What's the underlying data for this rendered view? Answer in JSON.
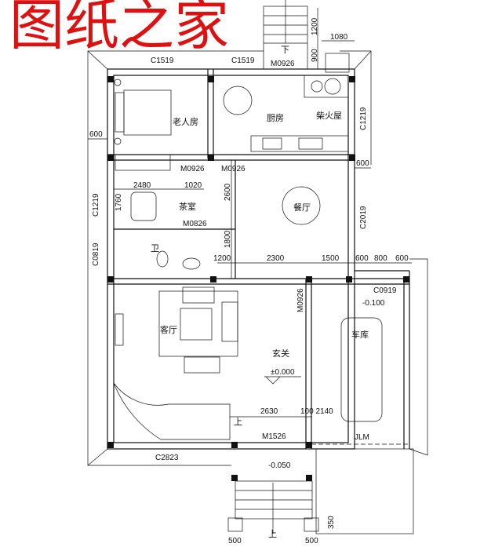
{
  "rooms": {
    "elder_room": "老人房",
    "kitchen": "厨房",
    "firewood_room": "柴火屋",
    "tea_room": "茶室",
    "dining": "餐厅",
    "bathroom": "卫",
    "living": "客厅",
    "foyer": "玄关",
    "garage": "车库"
  },
  "elevations": {
    "foyer": "±0.000",
    "garage": "-0.100",
    "porch": "-0.050"
  },
  "codes": {
    "c1519_a": "C1519",
    "c1519_b": "C1519",
    "m0926_back": "M0926",
    "c1219_right": "C1219",
    "m0926_elder": "M0926",
    "m0926_kitchen": "M0926",
    "c1219_left": "C1219",
    "m0826": "M0826",
    "c2019": "C2019",
    "c0819": "C0819",
    "m0926_garage": "M0926",
    "c0919": "C0919",
    "m1526": "M1526",
    "c2823": "C2823",
    "jlm": "JLM"
  },
  "stairs": {
    "down": "下",
    "up_inner": "上",
    "up_front": "上"
  },
  "dimensions": {
    "d1200_top": "1200",
    "d1080": "1080",
    "d900": "900",
    "d600_left": "600",
    "d600_right": "600",
    "d2480": "2480",
    "d1020": "1020",
    "d2600": "2600",
    "d1760": "1760",
    "d1800": "1800",
    "d1200": "1200",
    "d2300": "2300",
    "d1500": "1500",
    "d600a": "600",
    "d800": "800",
    "d600b": "600",
    "d2630": "2630",
    "d100_2140": "100 2140",
    "d500_left": "500",
    "d500_right": "500",
    "d350": "350"
  },
  "watermark": "图纸之家"
}
